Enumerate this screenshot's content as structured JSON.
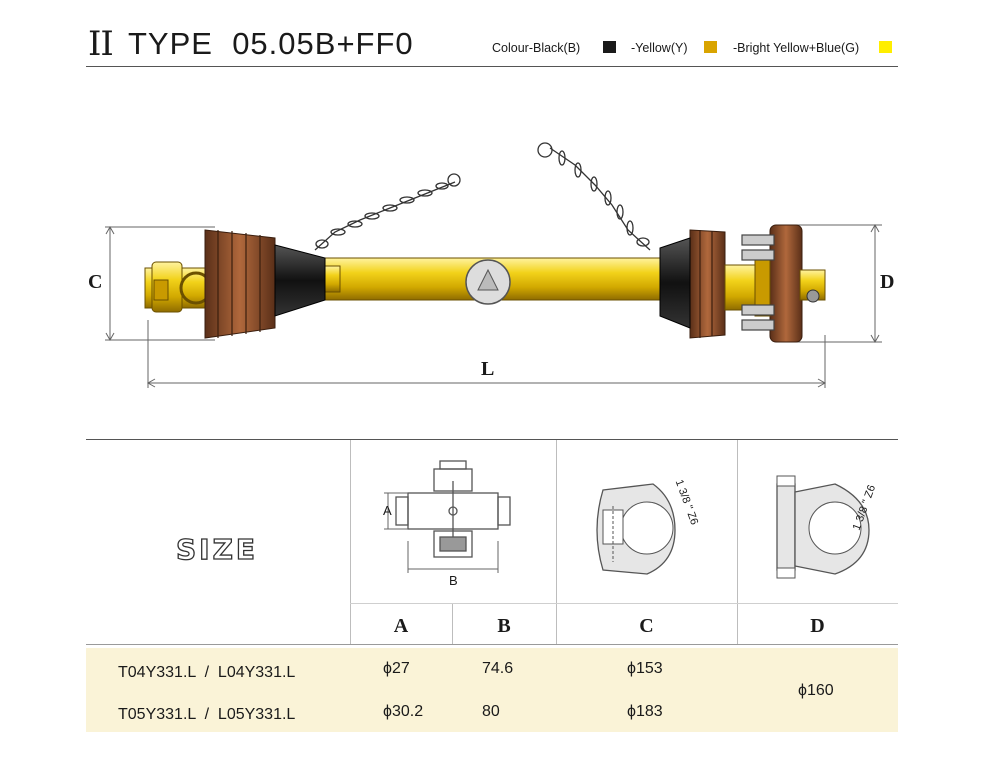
{
  "header": {
    "roman": "II",
    "title": "TYPE  05.05B+FF0",
    "legend": [
      {
        "label": "Colour-Black(B)",
        "color": "#1a1a1a"
      },
      {
        "label": "-Yellow(Y)",
        "color": "#d9a400"
      },
      {
        "label": "-Bright Yellow+Blue(G)",
        "color": "#ffee00"
      }
    ]
  },
  "drawing": {
    "dim_c": "C",
    "dim_d": "D",
    "dim_l": "L"
  },
  "diagrams": {
    "joint_a": "A",
    "joint_b": "B",
    "spline_c": "1 3/8 \" Z6",
    "spline_d": "1 3/8 \" Z6"
  },
  "table": {
    "size_label": "SIZE",
    "headers": [
      "A",
      "B",
      "C",
      "D"
    ],
    "rows": [
      {
        "model": "T04Y331.L  /  L04Y331.L",
        "a": "ϕ27",
        "b": "74.6",
        "c": "ϕ153"
      },
      {
        "model": "T05Y331.L  /  L05Y331.L",
        "a": "ϕ30.2",
        "b": "80",
        "c": "ϕ183"
      }
    ],
    "d_merged": "ϕ160"
  }
}
